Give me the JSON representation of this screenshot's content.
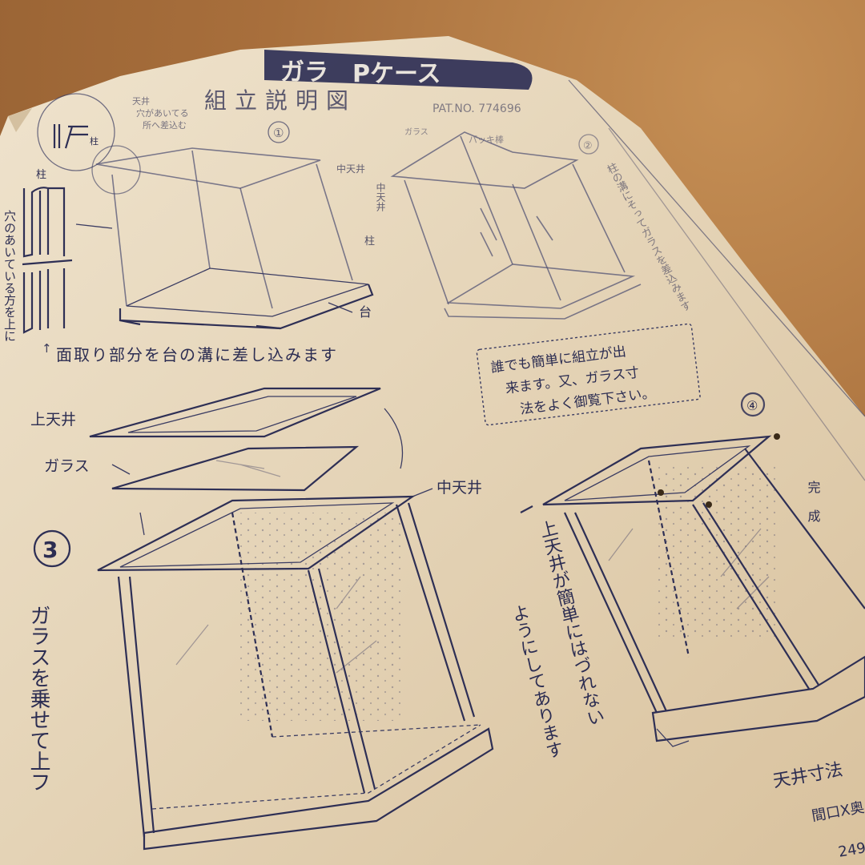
{
  "document": {
    "banner": {
      "label_left": "ガラ",
      "label_main": "Pケース"
    },
    "title": "組立説明図",
    "patent": "PAT.NO. 774696",
    "colors": {
      "ink": "#2e2f55",
      "paper": "#e6d6bb",
      "wood_table": "#a86f3c",
      "banner": "#2e2f55"
    }
  },
  "step1": {
    "number": "①",
    "note_top_label": "天井",
    "note_top_line1": "穴があいてる",
    "note_top_line2": "所へ差込む",
    "detail_circle_label": "柱",
    "pillar_label": "柱",
    "side_vertical": "穴のあいている方を上に",
    "label_mid_ceiling_1": "中天井",
    "label_mid_ceiling_2": "中天井",
    "label_pillar": "柱",
    "label_base": "台",
    "instruction": "面取り部分を台の溝に差し込みます"
  },
  "step2": {
    "number": "②",
    "label_glass": "ガラス",
    "label_packing": "パッキ棒",
    "instruction_vertical": "柱の溝にそってガラスを差込みます"
  },
  "notice": {
    "line1": "誰でも簡単に組立が出",
    "line2": "来ます。又、ガラス寸",
    "line3": "法をよく御覧下さい。"
  },
  "step3": {
    "number": "3",
    "label_top_ceiling": "上天井",
    "label_glass": "ガラス",
    "label_mid_ceiling": "中天井",
    "instruction_vertical": "ガラスを乗せて上フ"
  },
  "step4": {
    "number": "④",
    "label_complete": "完成",
    "note_vertical_1": "上天井が簡単にはづれない",
    "note_vertical_2": "ようにしてあります"
  },
  "footer": {
    "ceiling_size_label": "天井寸法",
    "dimension_label": "間口X奥",
    "dimension_value": "249"
  }
}
